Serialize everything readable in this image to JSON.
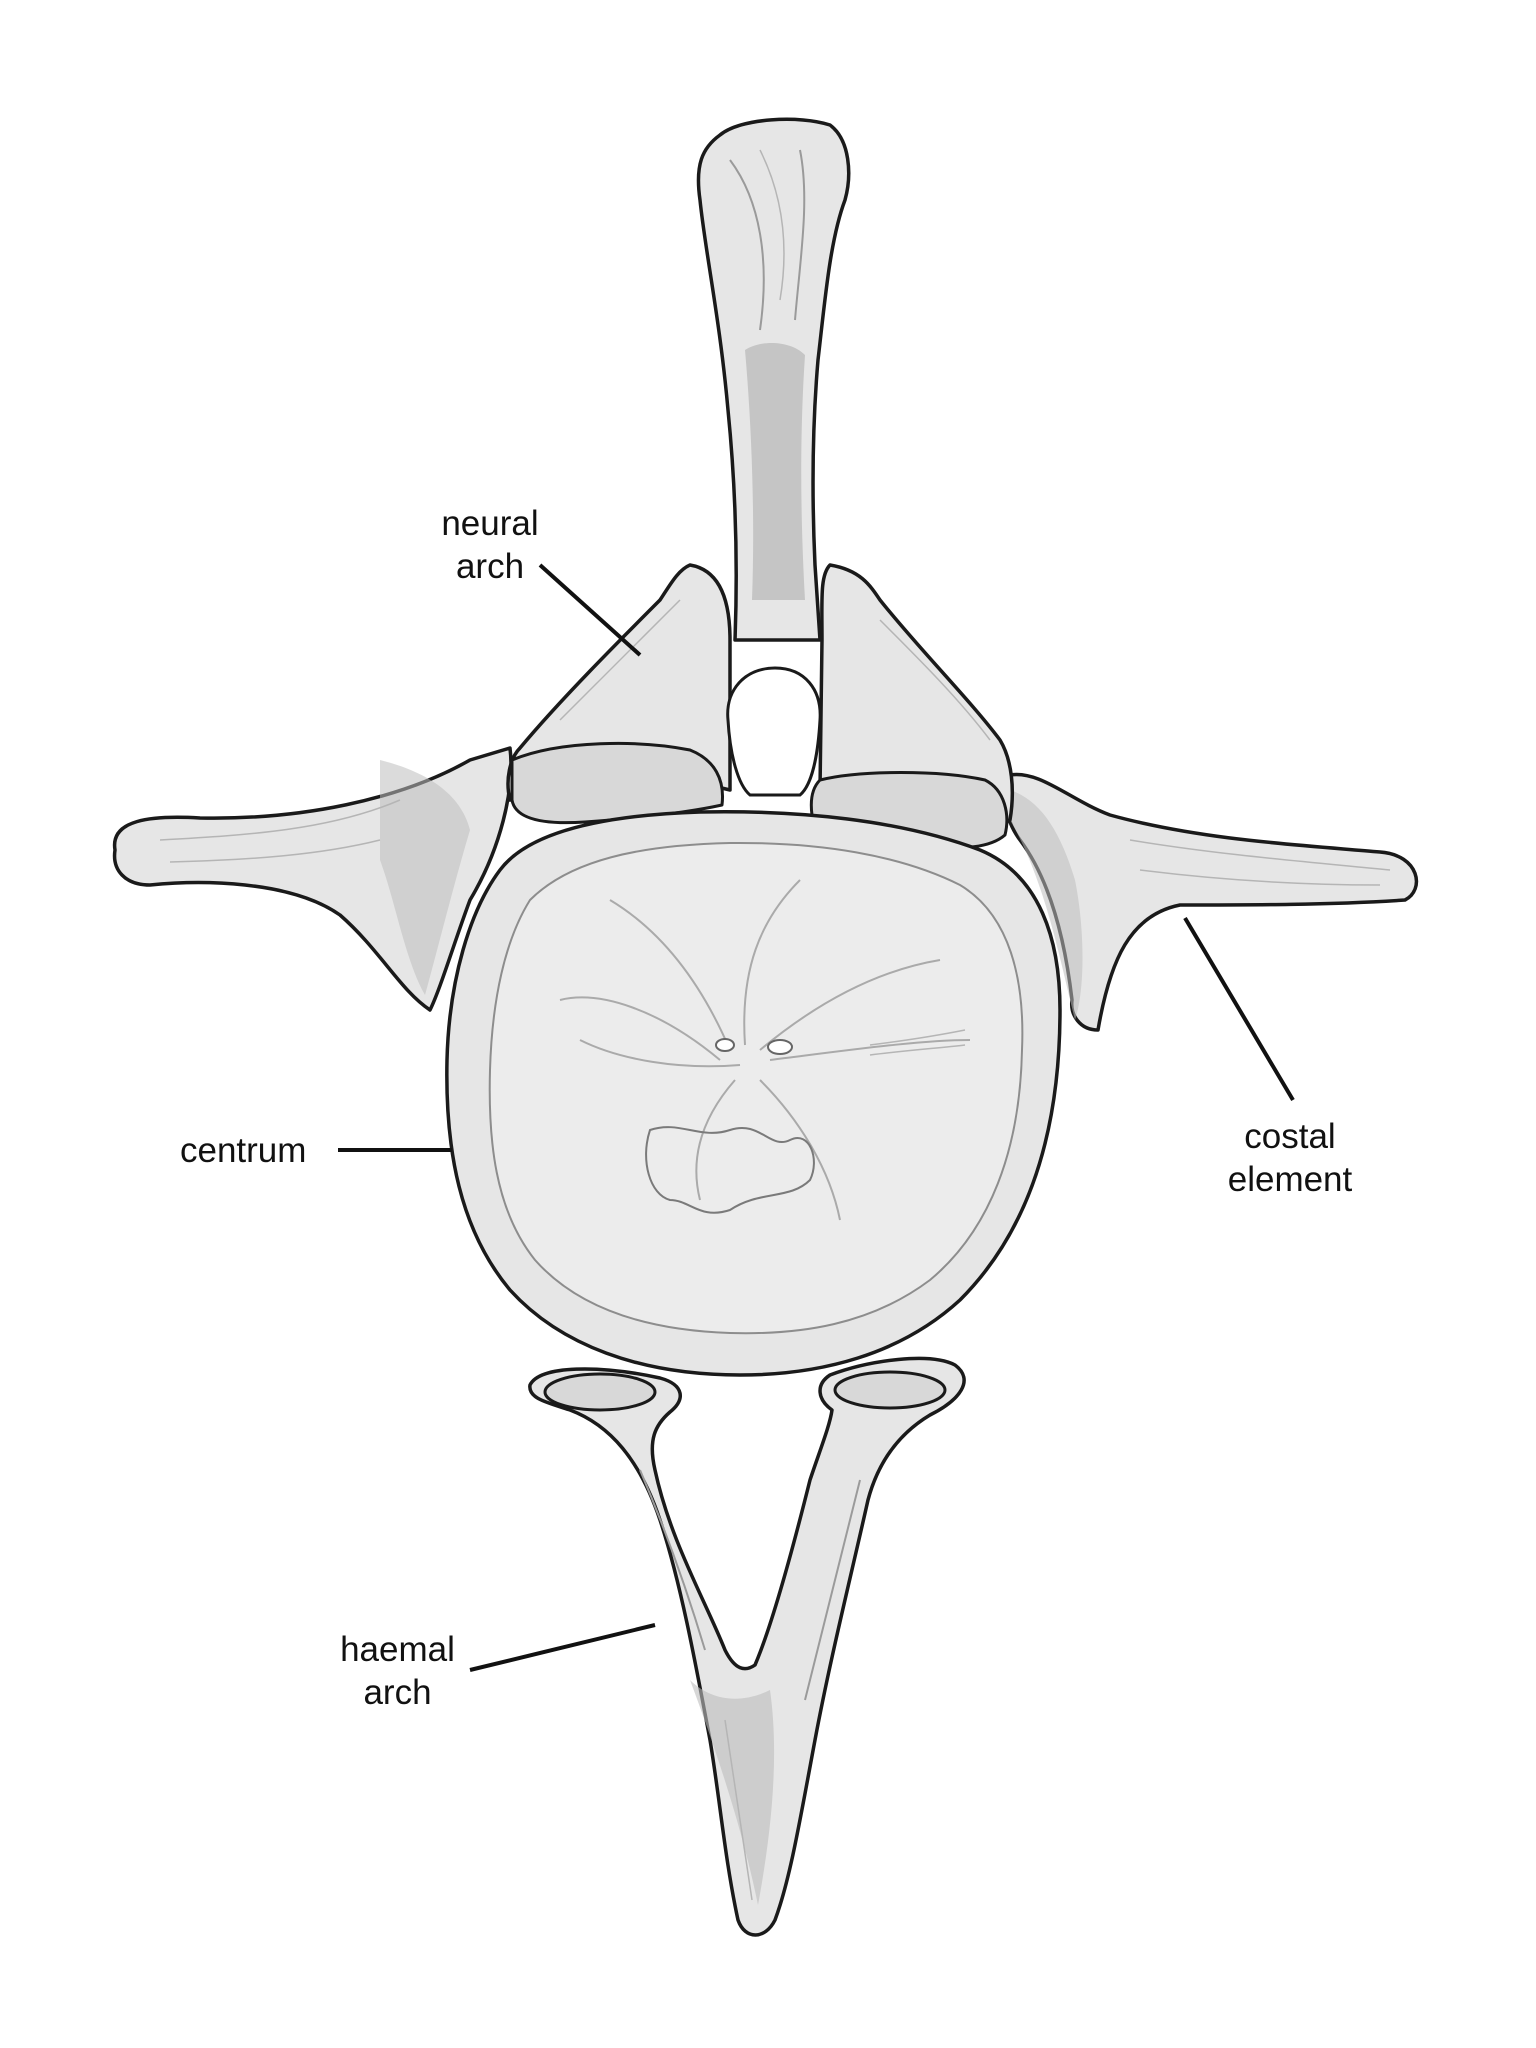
{
  "labels": {
    "neural_arch": [
      "neural",
      "arch"
    ],
    "centrum": [
      "centrum"
    ],
    "costal_element": [
      "costal",
      "element"
    ],
    "haemal_arch": [
      "haemal",
      "arch"
    ]
  },
  "colors": {
    "background": "#ffffff",
    "bone_fill": "#e6e6e6",
    "bone_shadow": "#bdbdbd",
    "outline": "#1a1a1a",
    "leader_line": "#111111"
  }
}
